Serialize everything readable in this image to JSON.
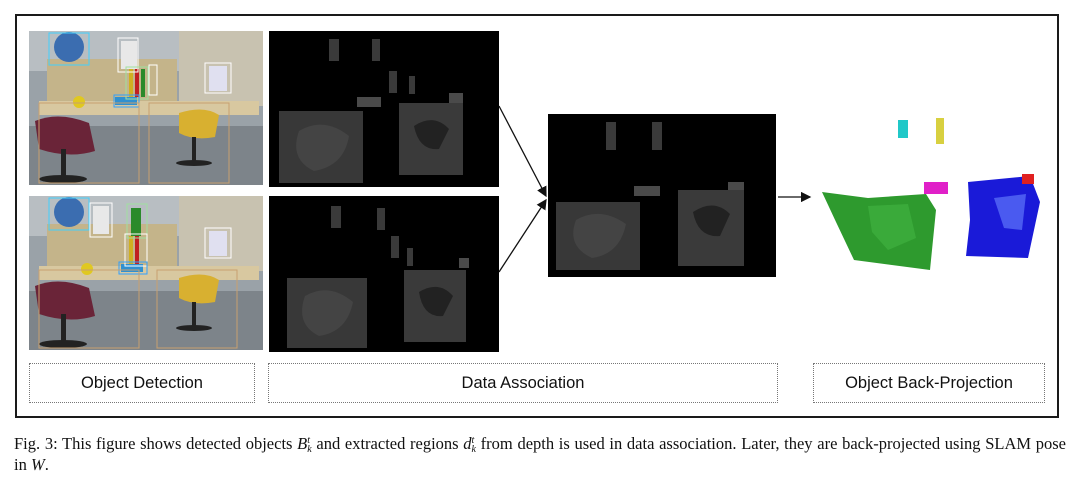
{
  "figure": {
    "stage_labels": {
      "detection": "Object Detection",
      "association": "Data Association",
      "backprojection": "Object Back-Projection"
    }
  },
  "caption": {
    "prefix": "Fig. 3: This figure shows detected objects ",
    "sym_b": "B",
    "sym_b_sub": "k",
    "sym_b_sup": "t",
    "middle": " and extracted regions ",
    "sym_d": "d",
    "sym_d_sub": "k",
    "sym_d_sup": "t",
    "suffix": " from depth is used in data association. Later, they are back-projected using SLAM pose in ",
    "sym_w": "W",
    "end": "."
  },
  "colors": {
    "point_green": "#2e9a2e",
    "point_blue": "#1a1ad8",
    "point_magenta": "#e020c8",
    "point_cyan": "#20c8c8",
    "point_yellow": "#d8d040",
    "point_red": "#e02020"
  }
}
